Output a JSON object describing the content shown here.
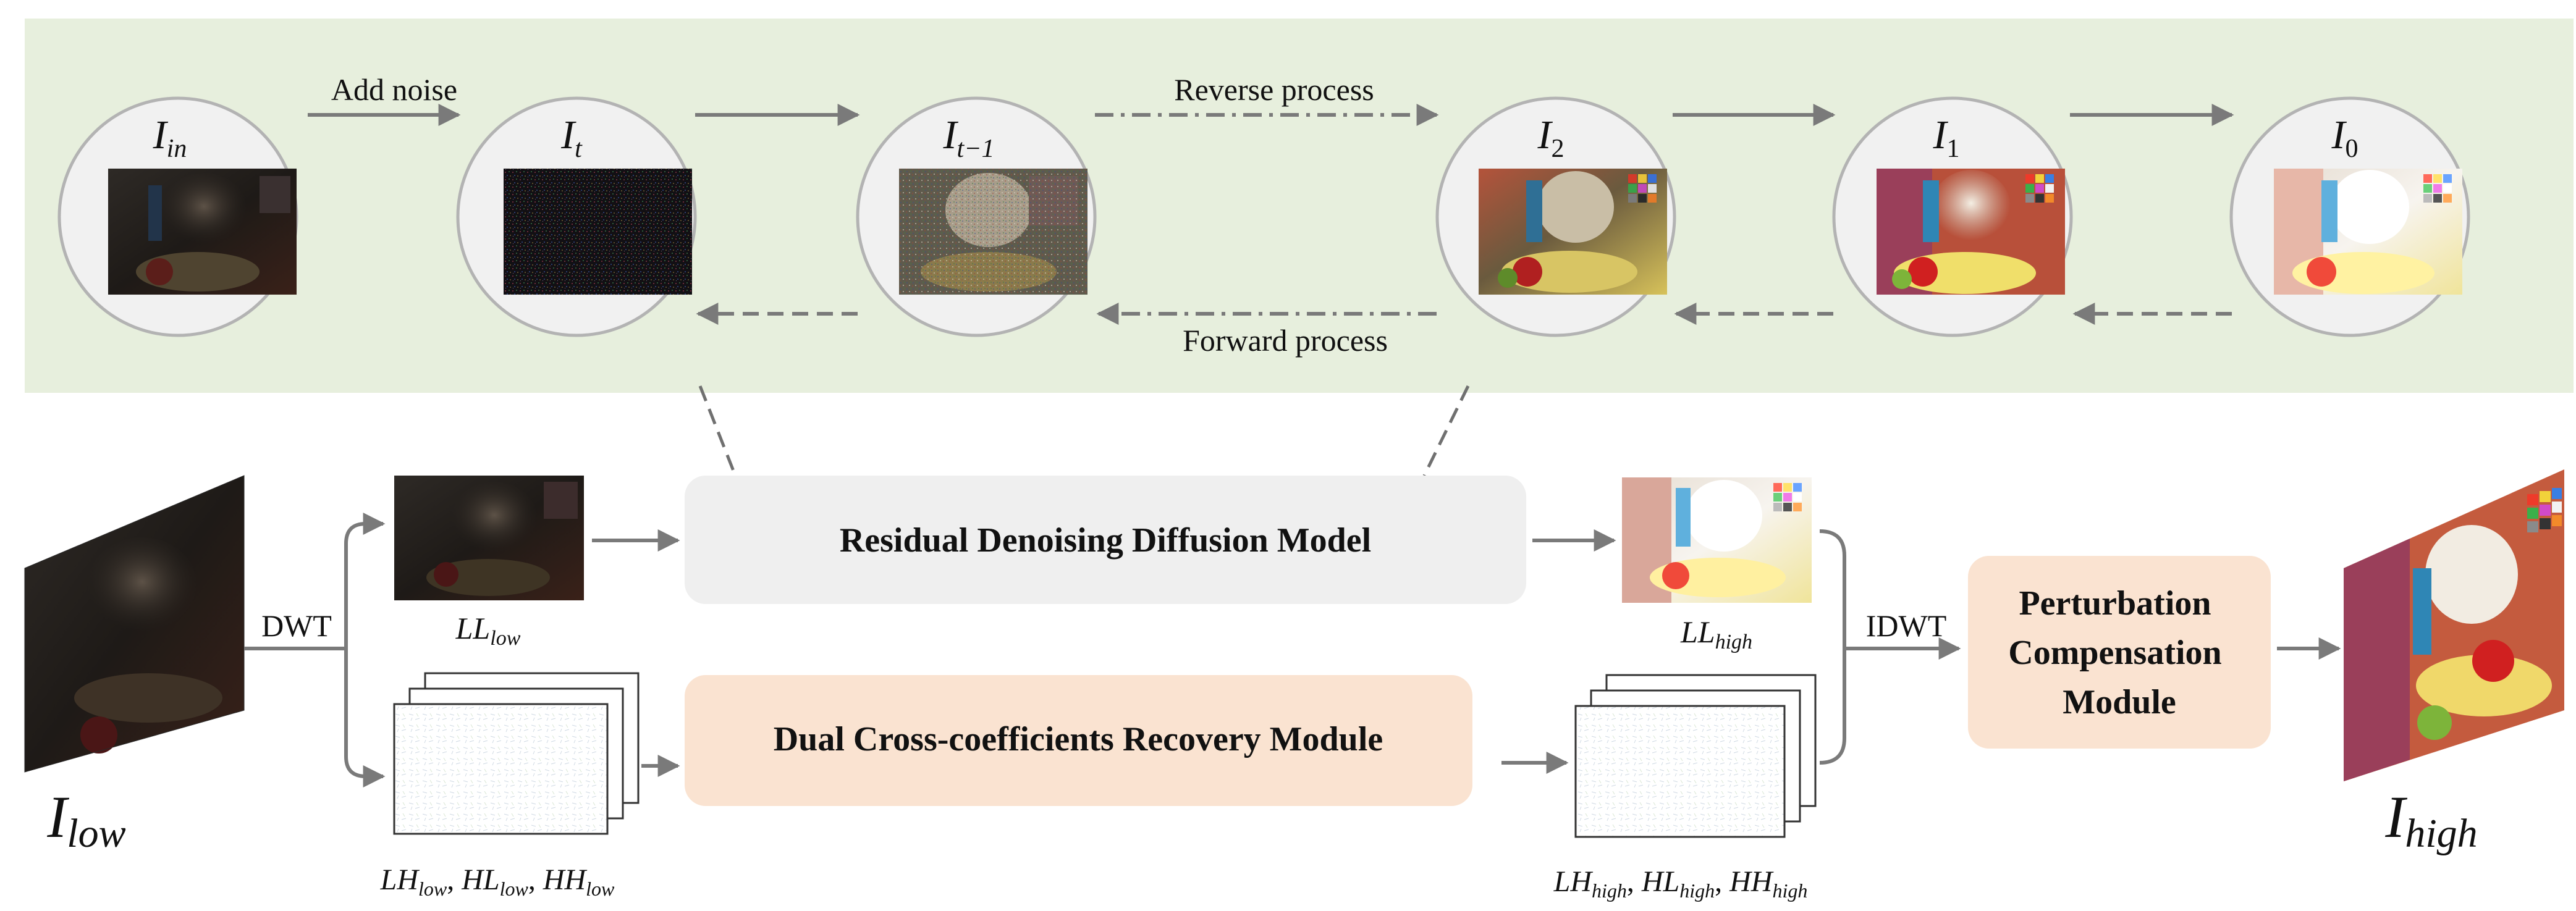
{
  "diffusion": {
    "add_noise": "Add noise",
    "reverse_process": "Reverse process",
    "forward_process": "Forward process",
    "states": [
      {
        "base": "I",
        "sub": "in"
      },
      {
        "base": "I",
        "sub": "t"
      },
      {
        "base": "I",
        "sub": "t−1"
      },
      {
        "base": "I",
        "sub": "2"
      },
      {
        "base": "I",
        "sub": "1"
      },
      {
        "base": "I",
        "sub": "0"
      }
    ]
  },
  "pipeline": {
    "input": {
      "base": "I",
      "sub": "low"
    },
    "output": {
      "base": "I",
      "sub": "high"
    },
    "dwt": "DWT",
    "idwt": "IDWT",
    "ll_low": {
      "base": "LL",
      "sub": "low"
    },
    "ll_high": {
      "base": "LL",
      "sub": "high"
    },
    "high_low": [
      {
        "base": "LH",
        "sub": "low"
      },
      {
        "base": "HL",
        "sub": "low"
      },
      {
        "base": "HH",
        "sub": "low"
      }
    ],
    "high_high": [
      {
        "base": "LH",
        "sub": "high"
      },
      {
        "base": "HL",
        "sub": "high"
      },
      {
        "base": "HH",
        "sub": "high"
      }
    ],
    "rddm_label": "Residual Denoising Diffusion Model",
    "dcrm_label": "Dual Cross-coefficients Recovery Module",
    "pcm_lines": [
      "Perturbation",
      "Compensation",
      "Module"
    ]
  },
  "colors": {
    "panel_bg": "#e7efdd",
    "circle_fill": "#f1f1f1",
    "circle_stroke": "#b3b3b3",
    "arrow": "#7a7a7a",
    "rddm_fill": "#efefef",
    "peach_fill": "#fae3d1"
  }
}
